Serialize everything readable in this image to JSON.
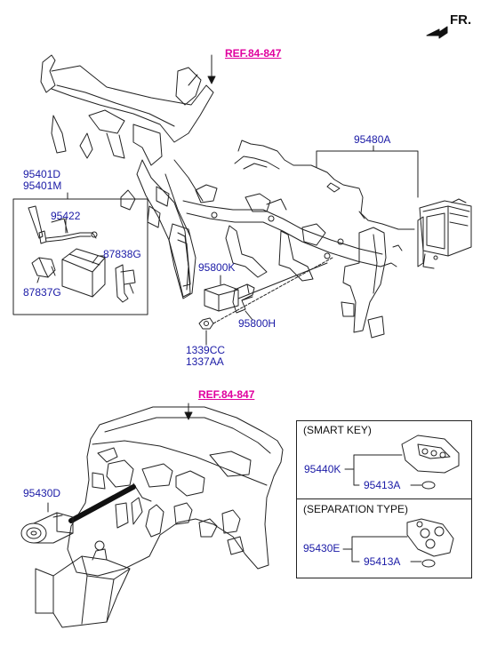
{
  "direction": {
    "label": "FR."
  },
  "references": {
    "upper": "REF.84-847",
    "lower": "REF.84-847"
  },
  "parts": {
    "p95401D": "95401D",
    "p95401M": "95401M",
    "p95422": "95422",
    "p87838G": "87838G",
    "p87837G": "87837G",
    "p95480A": "95480A",
    "p95800K": "95800K",
    "p95800H": "95800H",
    "p1339CC": "1339CC",
    "p1337AA": "1337AA",
    "p95430D": "95430D",
    "p95440K": "95440K",
    "p95413A_1": "95413A",
    "p95430E": "95430E",
    "p95413A_2": "95413A"
  },
  "panels": {
    "smart_key": "(SMART KEY)",
    "separation_type": "(SEPARATION TYPE)"
  },
  "colors": {
    "part_number": "#1a1aa6",
    "reference": "#e0009e",
    "line": "#222222"
  }
}
